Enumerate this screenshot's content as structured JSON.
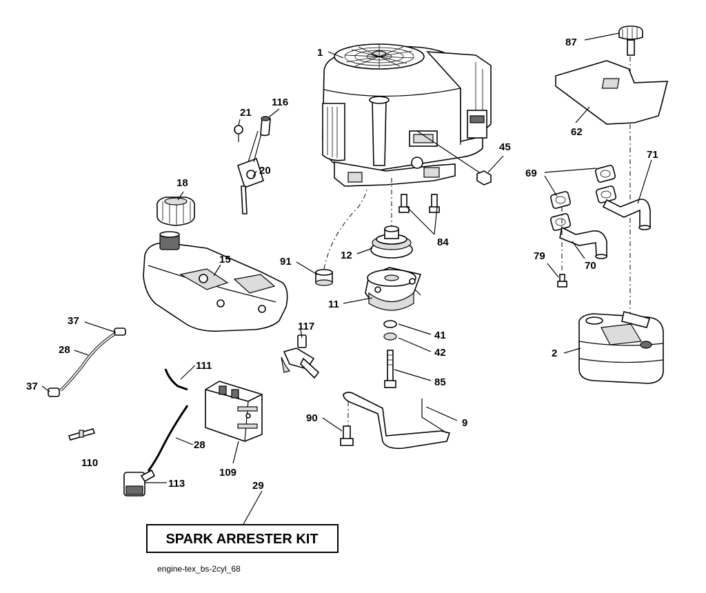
{
  "diagram": {
    "kit_title": "SPARK ARRESTER KIT",
    "caption": "engine-tex_bs-2cyl_68",
    "callouts": [
      {
        "id": "1",
        "label": "1"
      },
      {
        "id": "2",
        "label": "2"
      },
      {
        "id": "9",
        "label": "9"
      },
      {
        "id": "11",
        "label": "11"
      },
      {
        "id": "12",
        "label": "12"
      },
      {
        "id": "15",
        "label": "15"
      },
      {
        "id": "18",
        "label": "18"
      },
      {
        "id": "20",
        "label": "20"
      },
      {
        "id": "21",
        "label": "21"
      },
      {
        "id": "28a",
        "label": "28"
      },
      {
        "id": "28b",
        "label": "28"
      },
      {
        "id": "29",
        "label": "29"
      },
      {
        "id": "37a",
        "label": "37"
      },
      {
        "id": "37b",
        "label": "37"
      },
      {
        "id": "41",
        "label": "41"
      },
      {
        "id": "42",
        "label": "42"
      },
      {
        "id": "45",
        "label": "45"
      },
      {
        "id": "62",
        "label": "62"
      },
      {
        "id": "69",
        "label": "69"
      },
      {
        "id": "70",
        "label": "70"
      },
      {
        "id": "71",
        "label": "71"
      },
      {
        "id": "79",
        "label": "79"
      },
      {
        "id": "84",
        "label": "84"
      },
      {
        "id": "85",
        "label": "85"
      },
      {
        "id": "87",
        "label": "87"
      },
      {
        "id": "90",
        "label": "90"
      },
      {
        "id": "91",
        "label": "91"
      },
      {
        "id": "109",
        "label": "109"
      },
      {
        "id": "110",
        "label": "110"
      },
      {
        "id": "111",
        "label": "111"
      },
      {
        "id": "113",
        "label": "113"
      },
      {
        "id": "116",
        "label": "116"
      },
      {
        "id": "117",
        "label": "117"
      }
    ]
  }
}
